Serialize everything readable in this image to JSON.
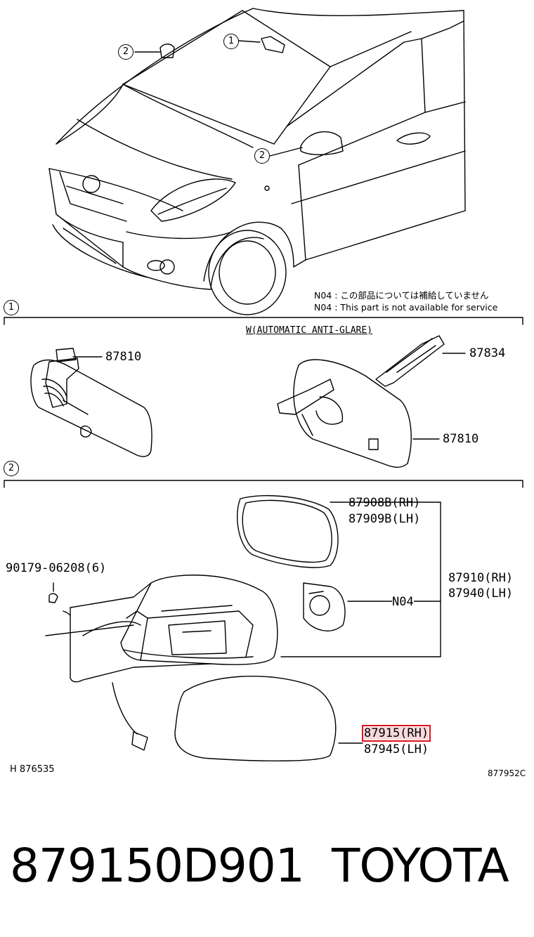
{
  "callouts": {
    "one": "1",
    "two": "2"
  },
  "notes": {
    "line_jp": "N04 : この部品については補給していません",
    "line_en": "N04 : This part is not available for service"
  },
  "section1": {
    "variant_label": "W(AUTOMATIC ANTI-GLARE)",
    "part_a": "87810",
    "part_b": "87834",
    "part_c": "87810"
  },
  "section2": {
    "glass_rh": "87908B(RH)",
    "glass_lh": "87909B(LH)",
    "screw": "90179-06208(6)",
    "assy_rh": "87910(RH)",
    "assy_lh": "87940(LH)",
    "n04": "N04",
    "cover_rh": "87915(RH)",
    "cover_lh": "87945(LH)"
  },
  "codes": {
    "left": "H  876535",
    "right": "877952C"
  },
  "footer": {
    "part_number": "879150D901",
    "brand": "TOYOTA"
  },
  "colors": {
    "highlight": "#e0101a",
    "ink": "#000000"
  }
}
